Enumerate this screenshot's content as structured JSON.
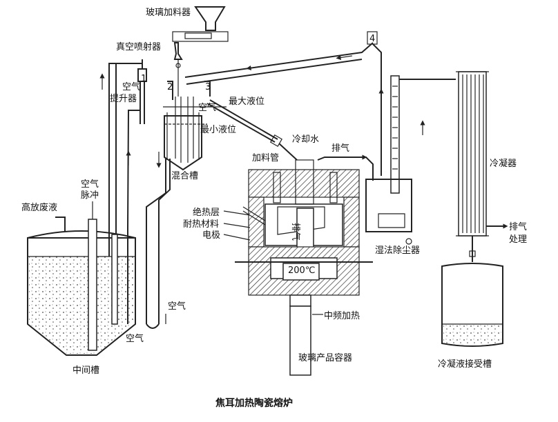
{
  "caption": "焦耳加热陶瓷熔炉",
  "labels": {
    "glass_feeder": "玻璃加料器",
    "vacuum_ejector": "真空喷射器",
    "air_lift_1": "空气",
    "air_lift_2": "提升器",
    "air_top": "空气",
    "max_level": "最大液位",
    "min_level": "最小液位",
    "mixing_tank": "混合槽",
    "air_pulse_1": "空气",
    "air_pulse_2": "脉冲",
    "high_level_waste": "高放废液",
    "cooling_water": "冷却水",
    "feed_pipe": "加料管",
    "exhaust_top": "排气",
    "exhaust_inner": "排气",
    "insulation": "绝热层",
    "refractory": "耐热材料",
    "electrode": "电极",
    "temperature": "200℃",
    "medium_freq_heating": "中频加热",
    "glass_product_container": "玻璃产品容器",
    "wet_scrubber": "湿法除尘器",
    "condenser": "冷凝器",
    "exhaust_treat_1": "排气",
    "exhaust_treat_2": "处理",
    "condensate_tank": "冷凝液接受槽",
    "air_bottom": "空气",
    "air_mid": "空气",
    "intermediate_tank": "中间槽"
  },
  "stream_numbers": [
    "1",
    "2",
    "3",
    "4"
  ],
  "colors": {
    "line": "#222222",
    "background": "#ffffff"
  }
}
